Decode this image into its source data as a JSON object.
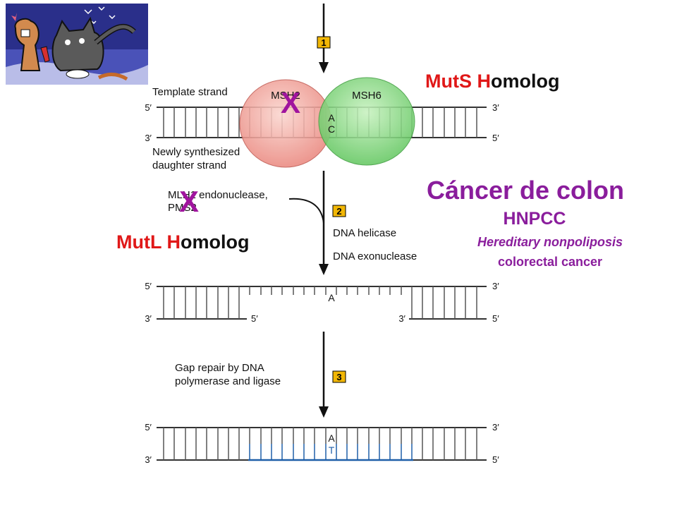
{
  "step_numbers": [
    "1",
    "2",
    "3"
  ],
  "strand_ends": {
    "five": "5′",
    "three": "3′"
  },
  "labels": {
    "template_strand": "Template strand",
    "newly_synthesized_1": "Newly synthesized",
    "newly_synthesized_2": "daughter strand",
    "endonuclease_1": "MLH1 endonuclease,",
    "endonuclease_2": "PMS2",
    "helicase": "DNA helicase",
    "exonuclease": "DNA exonuclease",
    "gap_repair_1": "Gap repair by DNA",
    "gap_repair_2": "polymerase and ligase"
  },
  "proteins": {
    "msh2": "MSH2",
    "msh6": "MSH6"
  },
  "bases": {
    "mismatch_top": "A",
    "mismatch_bottom": "C",
    "a": "A",
    "t": "T"
  },
  "muts": {
    "p1": "Mut",
    "p2": "S",
    "p3": " ",
    "p4": "H",
    "p5": "omolog"
  },
  "mutl": {
    "p1": "Mut",
    "p2": "L",
    "p3": " ",
    "p4": "H",
    "p5": "omolog"
  },
  "x_mark": "X",
  "disease": {
    "title": "Cáncer de colon",
    "acronym": "HNPCC",
    "full_1": "Hereditary nonpoliposis",
    "full_2": "colorectal cancer"
  },
  "colors": {
    "highlight_red": "#e01818",
    "purple": "#8a1d9c",
    "msh2_fill": "#f5a9a0",
    "msh6_fill": "#8fdc85",
    "repair_blue": "#1f5fa8",
    "step_box": "#f2b705"
  },
  "cartoon": {
    "icon": "cat-and-figure-cartoon"
  }
}
